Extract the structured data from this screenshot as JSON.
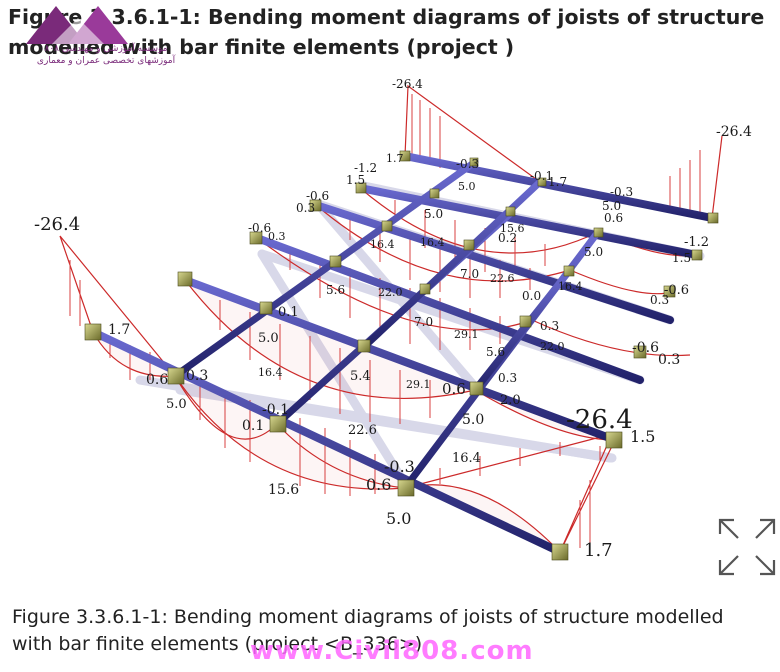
{
  "heading": "Figure 3.3.6.1-1: Bending moment diagrams of joists of structure modelled with bar finite elements (project )",
  "logo": {
    "line1": "موسسه آموزشی و مهندسی ۸۰۸",
    "line2": "آموزشهای تخصصی عمران و معماری"
  },
  "figure": {
    "moment_labels": [
      {
        "id": "m1",
        "text": "-26.4"
      },
      {
        "id": "m2",
        "text": "1.7"
      },
      {
        "id": "m3",
        "text": "-26.4"
      },
      {
        "id": "m4",
        "text": "-1.2"
      },
      {
        "id": "m5",
        "text": "1.5"
      },
      {
        "id": "m6",
        "text": "-0.3"
      },
      {
        "id": "m7",
        "text": "-0.1"
      },
      {
        "id": "m8",
        "text": "1.7"
      },
      {
        "id": "m9",
        "text": "-0.3"
      },
      {
        "id": "m10",
        "text": "5.0"
      },
      {
        "id": "m11",
        "text": "-0.6"
      },
      {
        "id": "m12",
        "text": "0.3"
      },
      {
        "id": "m13",
        "text": "-26.4"
      },
      {
        "id": "m14",
        "text": "-0.6"
      },
      {
        "id": "m15",
        "text": "5.0"
      },
      {
        "id": "m16",
        "text": "15.6"
      },
      {
        "id": "m17",
        "text": "-1.2"
      },
      {
        "id": "m18",
        "text": "1.5"
      },
      {
        "id": "m19",
        "text": "16.4"
      },
      {
        "id": "m20",
        "text": "7.0"
      },
      {
        "id": "m21",
        "text": "22.6"
      },
      {
        "id": "m22",
        "text": "-0.6"
      },
      {
        "id": "m23",
        "text": "0.3"
      },
      {
        "id": "m24",
        "text": "1.7"
      },
      {
        "id": "m25",
        "text": "0.3"
      },
      {
        "id": "m26",
        "text": "5.6"
      },
      {
        "id": "m27",
        "text": "22.0"
      },
      {
        "id": "m28",
        "text": "16.4"
      },
      {
        "id": "m29",
        "text": "5.0"
      },
      {
        "id": "m30",
        "text": "0.1"
      },
      {
        "id": "m31",
        "text": "7.0"
      },
      {
        "id": "m32",
        "text": "29.1"
      },
      {
        "id": "m33",
        "text": "5.6"
      },
      {
        "id": "m34",
        "text": "0.0"
      },
      {
        "id": "m35",
        "text": "-0.6"
      },
      {
        "id": "m36",
        "text": "0.3"
      },
      {
        "id": "m37",
        "text": "0.3"
      },
      {
        "id": "m38",
        "text": "22.0"
      },
      {
        "id": "m39",
        "text": "0.6"
      },
      {
        "id": "m40",
        "text": "0.3"
      },
      {
        "id": "m41",
        "text": "16.4"
      },
      {
        "id": "m42",
        "text": "5.4"
      },
      {
        "id": "m43",
        "text": "29.1"
      },
      {
        "id": "m44",
        "text": "0.6"
      },
      {
        "id": "m45",
        "text": "5.0"
      },
      {
        "id": "m46",
        "text": "-0.1"
      },
      {
        "id": "m47",
        "text": "0.1"
      },
      {
        "id": "m48",
        "text": "22.6"
      },
      {
        "id": "m49",
        "text": "5.0"
      },
      {
        "id": "m50",
        "text": "-26.4"
      },
      {
        "id": "m51",
        "text": "1.5"
      },
      {
        "id": "m52",
        "text": "16.4"
      },
      {
        "id": "m53",
        "text": "15.6"
      },
      {
        "id": "m54",
        "text": "-0.3"
      },
      {
        "id": "m55",
        "text": "0.6"
      },
      {
        "id": "m56",
        "text": "5.0"
      },
      {
        "id": "m57",
        "text": "1.7"
      },
      {
        "id": "m58",
        "text": "2.0"
      },
      {
        "id": "m59",
        "text": "0.3"
      },
      {
        "id": "m60",
        "text": "0.2"
      },
      {
        "id": "m61",
        "text": "5.0"
      },
      {
        "id": "m62",
        "text": "0.6"
      },
      {
        "id": "m63",
        "text": "5.0"
      },
      {
        "id": "m64",
        "text": "16.4"
      }
    ]
  },
  "caption": "Figure 3.3.6.1-1: Bending moment diagrams of joists of structure modelled with bar finite elements (project <B_336>)",
  "watermark": "www.Civil808.com",
  "expand_button": "expand-icon",
  "colors": {
    "beam": "#3a3a8a",
    "moment": "#cc2a2a",
    "node": "#8a8a3a",
    "logo": "#7a2a7a",
    "watermark": "#ff66ff"
  }
}
